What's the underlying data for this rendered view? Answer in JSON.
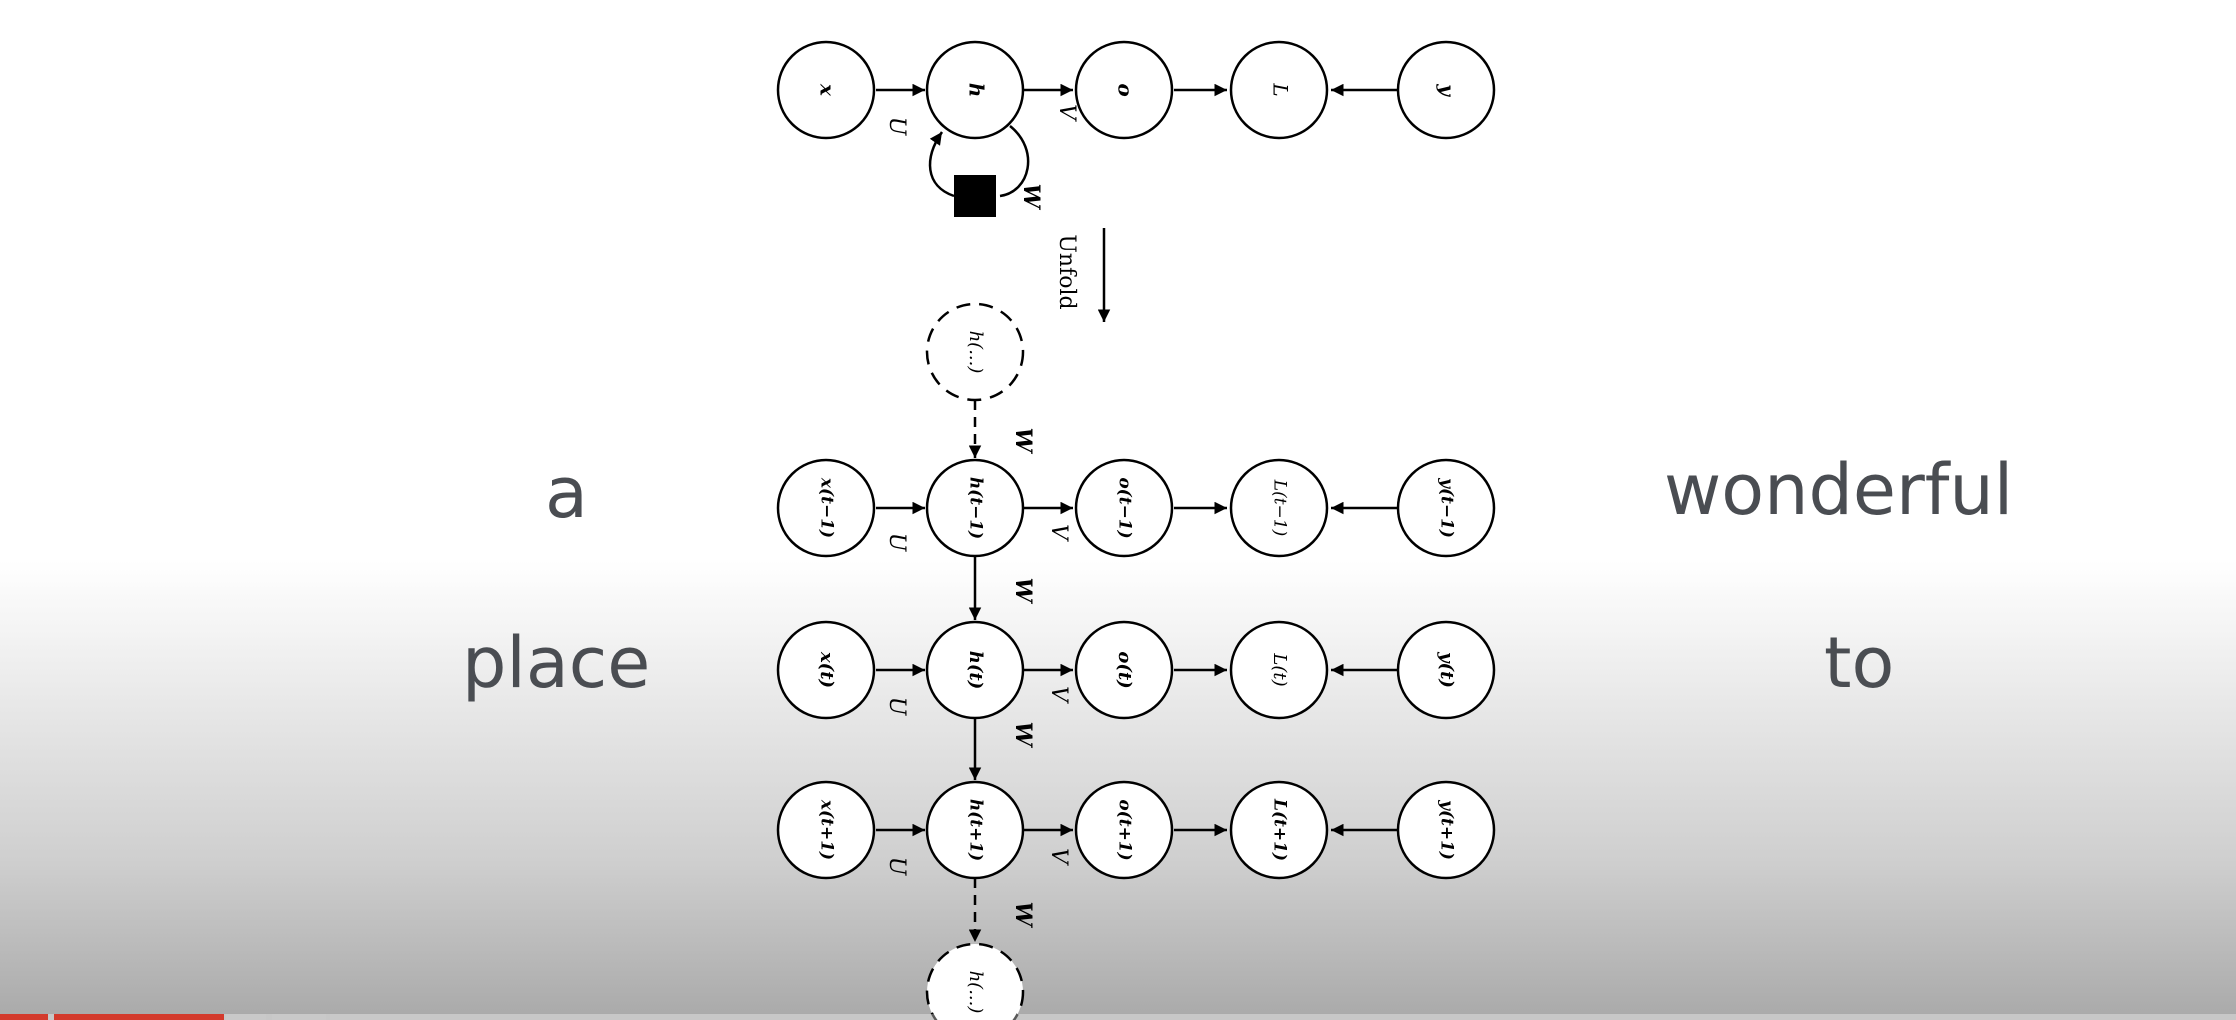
{
  "side_words": {
    "left_top": "a",
    "left_bottom": "place",
    "right_top": "wonderful",
    "right_bottom": "to"
  },
  "diagram": {
    "unfold_label": "Unfold",
    "folded": {
      "nodes": [
        "x",
        "h",
        "o",
        "L",
        "y"
      ],
      "edge_labels": {
        "u": "U",
        "v": "V",
        "w": "W"
      }
    },
    "rows": [
      {
        "nodes": [
          "x(t−1)",
          "h(t−1)",
          "o(t−1)",
          "L(t−1)",
          "y(t−1)"
        ]
      },
      {
        "nodes": [
          "x(t)",
          "h(t)",
          "o(t)",
          "L(t)",
          "y(t)"
        ]
      },
      {
        "nodes": [
          "x(t+1)",
          "h(t+1)",
          "o(t+1)",
          "L(t+1)",
          "y(t+1)"
        ]
      }
    ],
    "top_dashed": "h(...)",
    "bottom_dashed": "h(...)",
    "edge_labels": {
      "u": "U",
      "v": "V",
      "w": "W"
    }
  },
  "colors": {
    "text_gray": "#4a4d52",
    "progress_red": "#d33a2c",
    "progress_gray": "#c9c9c9"
  }
}
